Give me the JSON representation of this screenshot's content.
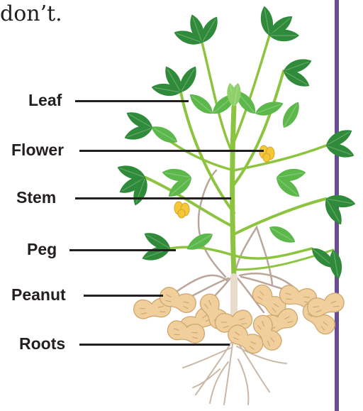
{
  "text_fragment": "don’t.",
  "labels": {
    "leaf": "Leaf",
    "flower": "Flower",
    "stem": "Stem",
    "peg": "Peg",
    "peanut": "Peanut",
    "roots": "Roots"
  },
  "colors": {
    "rule": "#6a4c93",
    "leaf_dark": "#2f8a3a",
    "leaf_light": "#5cb84a",
    "stem": "#8cc43f",
    "flower": "#f4c63a",
    "peanut": "#f0cf9c",
    "root": "#c9b8a6",
    "text": "#231f20"
  }
}
